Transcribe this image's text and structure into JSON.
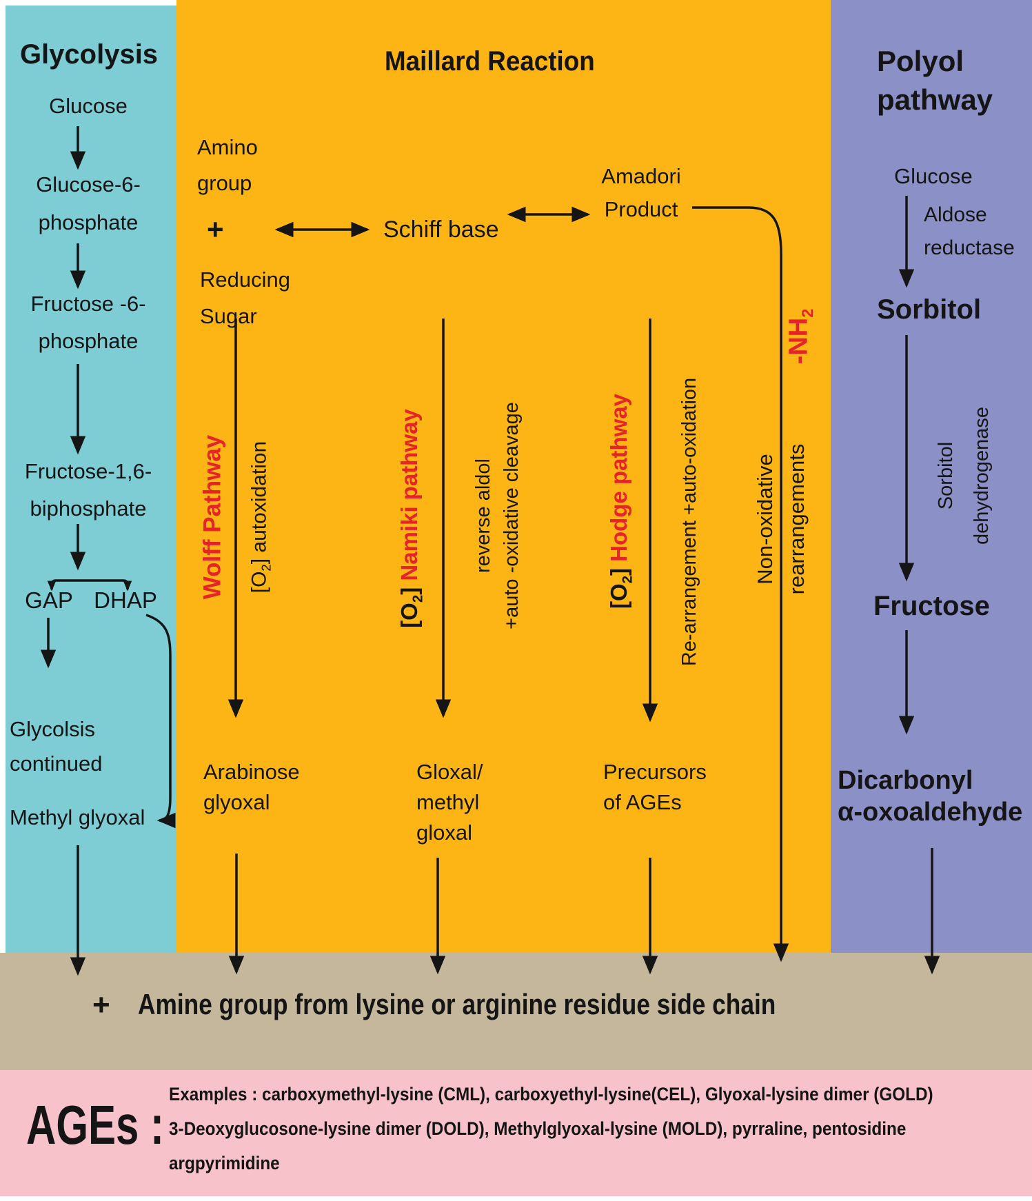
{
  "colors": {
    "teal": "#7ecdd4",
    "orange": "#fcb515",
    "purple": "#8b90c6",
    "tan": "#c4b79b",
    "pink": "#f8c2cb",
    "red": "#e62329",
    "ink": "#151515"
  },
  "glycolysis": {
    "title": "Glycolysis",
    "glucose": "Glucose",
    "g6p_l1": "Glucose-6-",
    "g6p_l2": "phosphate",
    "f6p_l1": "Fructose -6-",
    "f6p_l2": "phosphate",
    "f16bp_l1": "Fructose-1,6-",
    "f16bp_l2": "biphosphate",
    "gap": "GAP",
    "dhap": "DHAP",
    "cont_l1": "Glycolsis",
    "cont_l2": "continued",
    "methyl_glyoxal": "Methyl glyoxal"
  },
  "maillard": {
    "title": "Maillard Reaction",
    "amino_l1": "Amino",
    "amino_l2": "group",
    "plus": "+",
    "reducing_l1": "Reducing",
    "reducing_l2": "Sugar",
    "schiff_base": "Schiff base",
    "amadori_l1": "Amadori",
    "amadori_l2": "Product",
    "o2_open": "[O",
    "o2_sub": "2",
    "bracket_close": "] ",
    "wolff_red": "Wolff Pathway",
    "wolff_close": "] autoxidation",
    "namiki_red": "Namiki pathway",
    "namiki_side_l1": "reverse aldol",
    "namiki_side_l2": "+auto -oxidative cleavage",
    "hodge_red": "Hodge pathway",
    "hodge_side": "Re-arrangement +auto-oxidation",
    "nonox_l1": "Non-oxidative",
    "nonox_l2": "rearrangements",
    "nh2_pre": "-NH",
    "nh2_sub": "2",
    "arabinose_l1": "Arabinose",
    "arabinose_l2": "glyoxal",
    "gloxal_l1": "Gloxal/",
    "gloxal_l2": "methyl",
    "gloxal_l3": "gloxal",
    "precursors_l1": "Precursors",
    "precursors_l2": "of AGEs"
  },
  "polyol": {
    "title_l1": "Polyol",
    "title_l2": "pathway",
    "glucose": "Glucose",
    "aldose_l1": "Aldose",
    "aldose_l2": "reductase",
    "sorbitol": "Sorbitol",
    "sdh_l1": "Sorbitol",
    "sdh_l2": "dehydrogenase",
    "fructose": "Fructose",
    "dicarbonyl_l1": "Dicarbonyl",
    "dicarbonyl_l2": "α-oxoaldehyde"
  },
  "amine_band": {
    "plus": "+",
    "text": "Amine group from lysine or arginine residue side chain"
  },
  "ages_band": {
    "label": "AGEs :",
    "line1": "Examples : carboxymethyl-lysine (CML), carboxyethyl-lysine(CEL), Glyoxal-lysine dimer (GOLD)",
    "line2": "3-Deoxyglucosone-lysine dimer (DOLD), Methylglyoxal-lysine (MOLD), pyrraline, pentosidine",
    "line3": "argpyrimidine"
  }
}
